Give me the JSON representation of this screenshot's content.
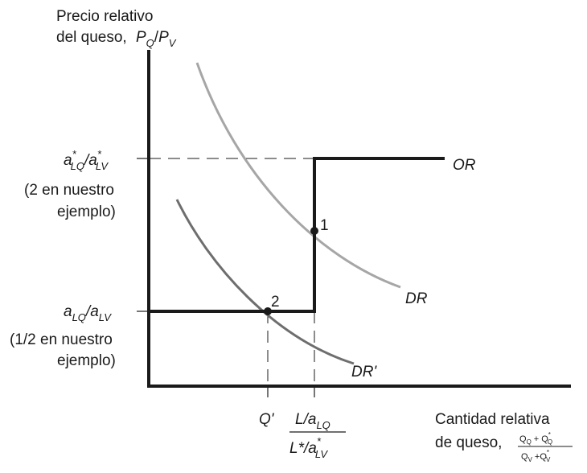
{
  "y_axis": {
    "label_line1": "Precio relativo",
    "label_line2": "del queso,",
    "label_var_P1": "P",
    "label_var_Q": "Q",
    "label_slash": "/",
    "label_var_P2": "P",
    "label_var_V": "V"
  },
  "ticks": {
    "high_a": "a",
    "high_star1": "*",
    "high_LQ": "LQ",
    "high_slash": "/a",
    "high_star2": "*",
    "high_LV": "LV",
    "high_note1": "(2 en nuestro",
    "high_note2": "ejemplo)",
    "low_a": "a",
    "low_LQ": "LQ",
    "low_slash": "/a",
    "low_LV": "LV",
    "low_note1": "(1/2 en nuestro",
    "low_note2": "ejemplo)"
  },
  "x_axis": {
    "label_line1": "Cantidad relativa",
    "label_line2": "de queso,",
    "frac_num": "Q",
    "frac_num_sub1": "Q",
    "frac_plus": "+",
    "frac_num2": "Q",
    "frac_num_sub2": "Q",
    "frac_num_star": "*",
    "frac_den": "Q",
    "frac_den_sub1": "V",
    "frac_plus2": "+Q",
    "frac_den_sub2": "V",
    "frac_den_star": "*",
    "tick_qprime": "Q'",
    "tick_L": "L",
    "tick_L_slash": "/a",
    "tick_L_sub": "LQ",
    "tick_Ls": "L*/a",
    "tick_Ls_star": "*",
    "tick_Ls_sub": "LV"
  },
  "curves": {
    "or_label": "OR",
    "dr_label": "DR",
    "drp_label": "DR'"
  },
  "points": {
    "p1": "1",
    "p2": "2"
  },
  "colors": {
    "axis": "#1a1a1a",
    "or": "#1a1a1a",
    "dr": "#a6a6a6",
    "drp": "#6e6e6e"
  }
}
